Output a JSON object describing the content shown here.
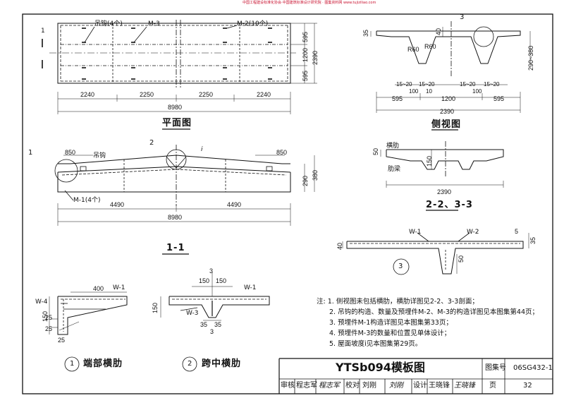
{
  "header_note": "中国工程建设标准化协会·中国建筑标准设计研究院 · 图集资料网 www.tujiziliao.com",
  "plan": {
    "caption": "平面图",
    "lifting_hook": "吊钩(4个)",
    "m3": "M-3",
    "m2": "M-2(10个)",
    "section_mark": "1",
    "right_dims": [
      "595",
      "1200",
      "595"
    ],
    "right_total": "2390",
    "bottom_dims": [
      "2240",
      "2250",
      "2250",
      "2240"
    ],
    "bottom_total": "8980"
  },
  "section11": {
    "caption": "1-1",
    "callout1": "1",
    "callout2": "2",
    "dim850_left": "850",
    "hook_label": "吊钩",
    "slope": "i",
    "dim850_right": "850",
    "h290": "290",
    "h380": "380",
    "m1": "M-1(4个)",
    "half_left": "4490",
    "half_right": "4490",
    "total": "8980"
  },
  "side_view": {
    "caption": "侧视图",
    "callout": "3",
    "d35": "35",
    "d40": "40",
    "r_left": "R60",
    "r_right": "R60",
    "height": "290~380",
    "d15_20_a": "15~20",
    "d100_a": "100",
    "d10_a": "10",
    "d15_20_b": "15~20",
    "d100_b": "100",
    "d15_20_c": "15~20",
    "d15_20_d": "15~20",
    "w595_left": "595",
    "w1200": "1200",
    "w595_right": "595",
    "total": "2390"
  },
  "section22": {
    "caption": "2-2、3-3",
    "rib_label": "横肋",
    "beam_label": "肋梁",
    "d50": "50",
    "d150": "150",
    "total": "2390"
  },
  "detail3": {
    "callout": "3",
    "w1": "W-1",
    "w2": "W-2",
    "d5": "5",
    "d35": "35",
    "d40": "40",
    "d50": "50"
  },
  "detail_end": {
    "number": "1",
    "title": "端部横肋",
    "d400": "400",
    "w4": "W-4",
    "w1": "W-1",
    "d150": "150",
    "d25a": "25",
    "d25b": "25",
    "d25c": "25"
  },
  "detail_mid": {
    "number": "2",
    "title": "跨中横肋",
    "d3top": "3",
    "d150a": "150",
    "d150b": "150",
    "w1": "W-1",
    "w3": "W-3",
    "d150left": "150",
    "d35a": "35",
    "d35b": "35",
    "d3bot": "3"
  },
  "notes": {
    "prefix": "注:",
    "items": [
      "1. 侧视图未包括横肋，横肋详图见2-2、3-3剖面；",
      "2. 吊钩的构造、数量及预埋件M-2、M-3的构造详图见本图集第44页；",
      "3. 预埋件M-1构造详图见本图集第33页；",
      "4. 预埋件M-3的数量和位置见单体设计；",
      "5. 屋面坡度i见本图集第29页。"
    ]
  },
  "title_block": {
    "title": "YTSb094模板图",
    "atlas_label": "图集号",
    "atlas_no": "06SG432-1",
    "review_label": "审核",
    "reviewer": "程志军",
    "reviewer_sig": "程志军",
    "check_label": "校对",
    "checker": "刘刚",
    "checker_sig": "刘刚",
    "design_label": "设计",
    "designer": "王晓锋",
    "designer_sig": "王晓锋",
    "page_label": "页",
    "page_no": "32"
  }
}
